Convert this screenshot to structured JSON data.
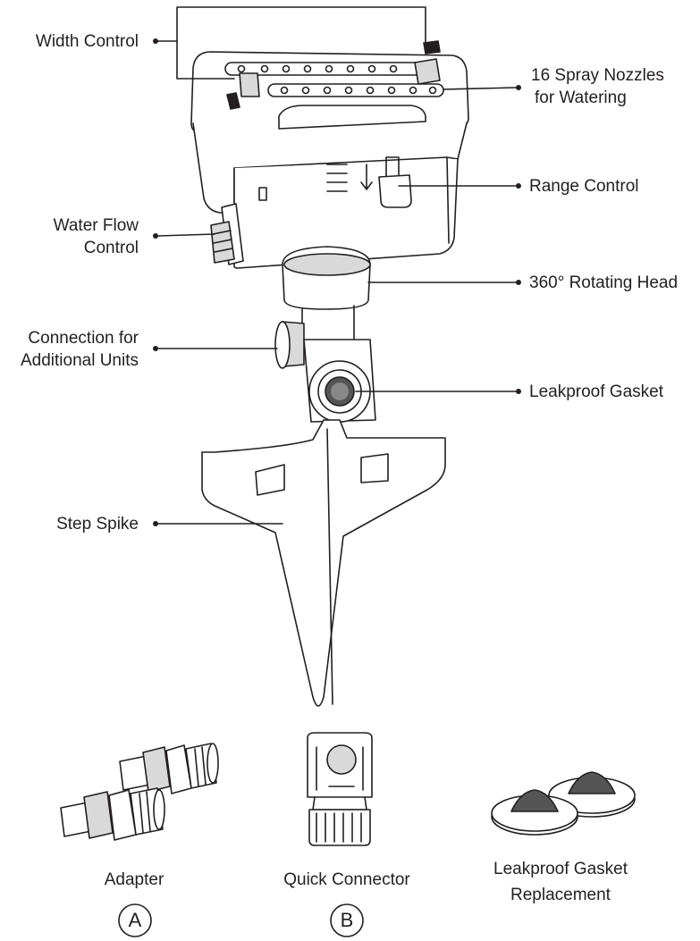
{
  "callouts": {
    "width_control": "Width Control",
    "spray_nozzles": [
      "16 Spray Nozzles",
      "for Watering"
    ],
    "range_control": "Range Control",
    "water_flow_control": [
      "Water Flow",
      "Control"
    ],
    "rotating_head": "360° Rotating Head",
    "connection": [
      "Connection for",
      "Additional Units"
    ],
    "leakproof_gasket": "Leakproof Gasket",
    "step_spike": "Step Spike"
  },
  "accessories": {
    "adapter": {
      "label": "Adapter",
      "letter": "A"
    },
    "quick_connector": {
      "label": "Quick Connector",
      "letter": "B"
    },
    "gasket_replacement": {
      "label": [
        "Leakproof Gasket",
        "Replacement"
      ]
    }
  },
  "colors": {
    "ink": "#231f20",
    "fill": "#ffffff",
    "shade": "#d9d9d9"
  }
}
